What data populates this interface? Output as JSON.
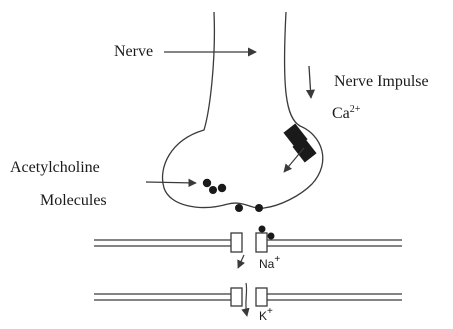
{
  "labels": {
    "nerve": "Nerve",
    "nerve_impulse": "Nerve Impulse",
    "calcium_base": "Ca",
    "calcium_charge": "2+",
    "acetylcholine_line1": "Acetylcholine",
    "acetylcholine_line2": "Molecules",
    "sodium_base": "Na",
    "sodium_charge": "+",
    "potassium_base": "K",
    "potassium_charge": "+"
  },
  "colors": {
    "line": "#3a3a3a",
    "text": "#1a1a1a"
  }
}
